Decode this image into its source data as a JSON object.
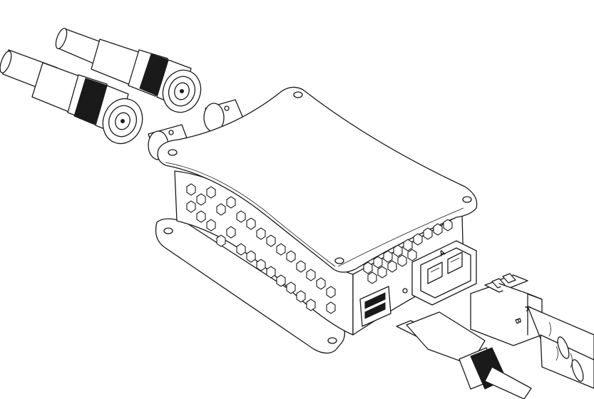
{
  "drawing": {
    "line_color": "#1a1a1a",
    "background": "#ffffff"
  },
  "fiber_connector": {
    "label_a": "A",
    "label_b": "B"
  },
  "sfp_port": {
    "label_a": "A"
  }
}
